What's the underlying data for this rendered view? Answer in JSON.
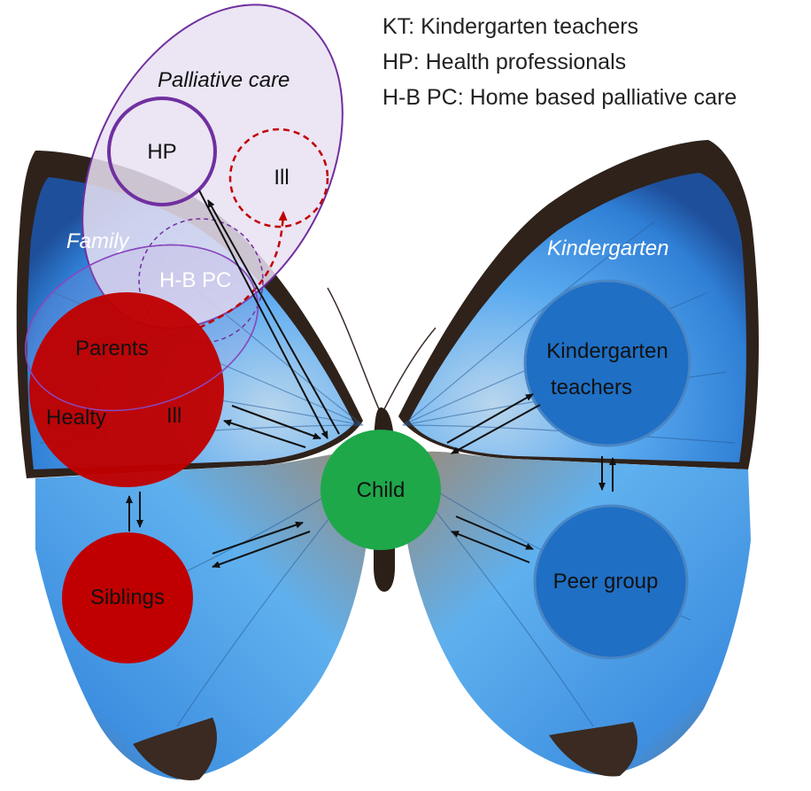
{
  "legend": {
    "kt": "KT: Kindergarten teachers",
    "hp": "HP: Health professionals",
    "hbpc": "H-B PC: Home based palliative care"
  },
  "groups": {
    "palliative_care": "Palliative care",
    "family": "Family",
    "kindergarten": "Kindergarten"
  },
  "nodes": {
    "hp": "HP",
    "ill_top": "Ill",
    "hbpc": "H-B PC",
    "parents": "Parents",
    "healthy": "Healty",
    "ill_parent": "Ill",
    "siblings": "Siblings",
    "child": "Child",
    "kindergarten_teachers_line1": "Kindergarten",
    "kindergarten_teachers_line2": "teachers",
    "peer_group": "Peer group"
  },
  "colors": {
    "family_red": "#c00000",
    "kindergarten_blue": "#1f6fc4",
    "child_green": "#1ea84a",
    "palliative_purple": "#7030a0",
    "ill_dashed_red": "#c00000",
    "wing_blue": "#4aa0e8",
    "wing_dark": "#3a2a22"
  }
}
